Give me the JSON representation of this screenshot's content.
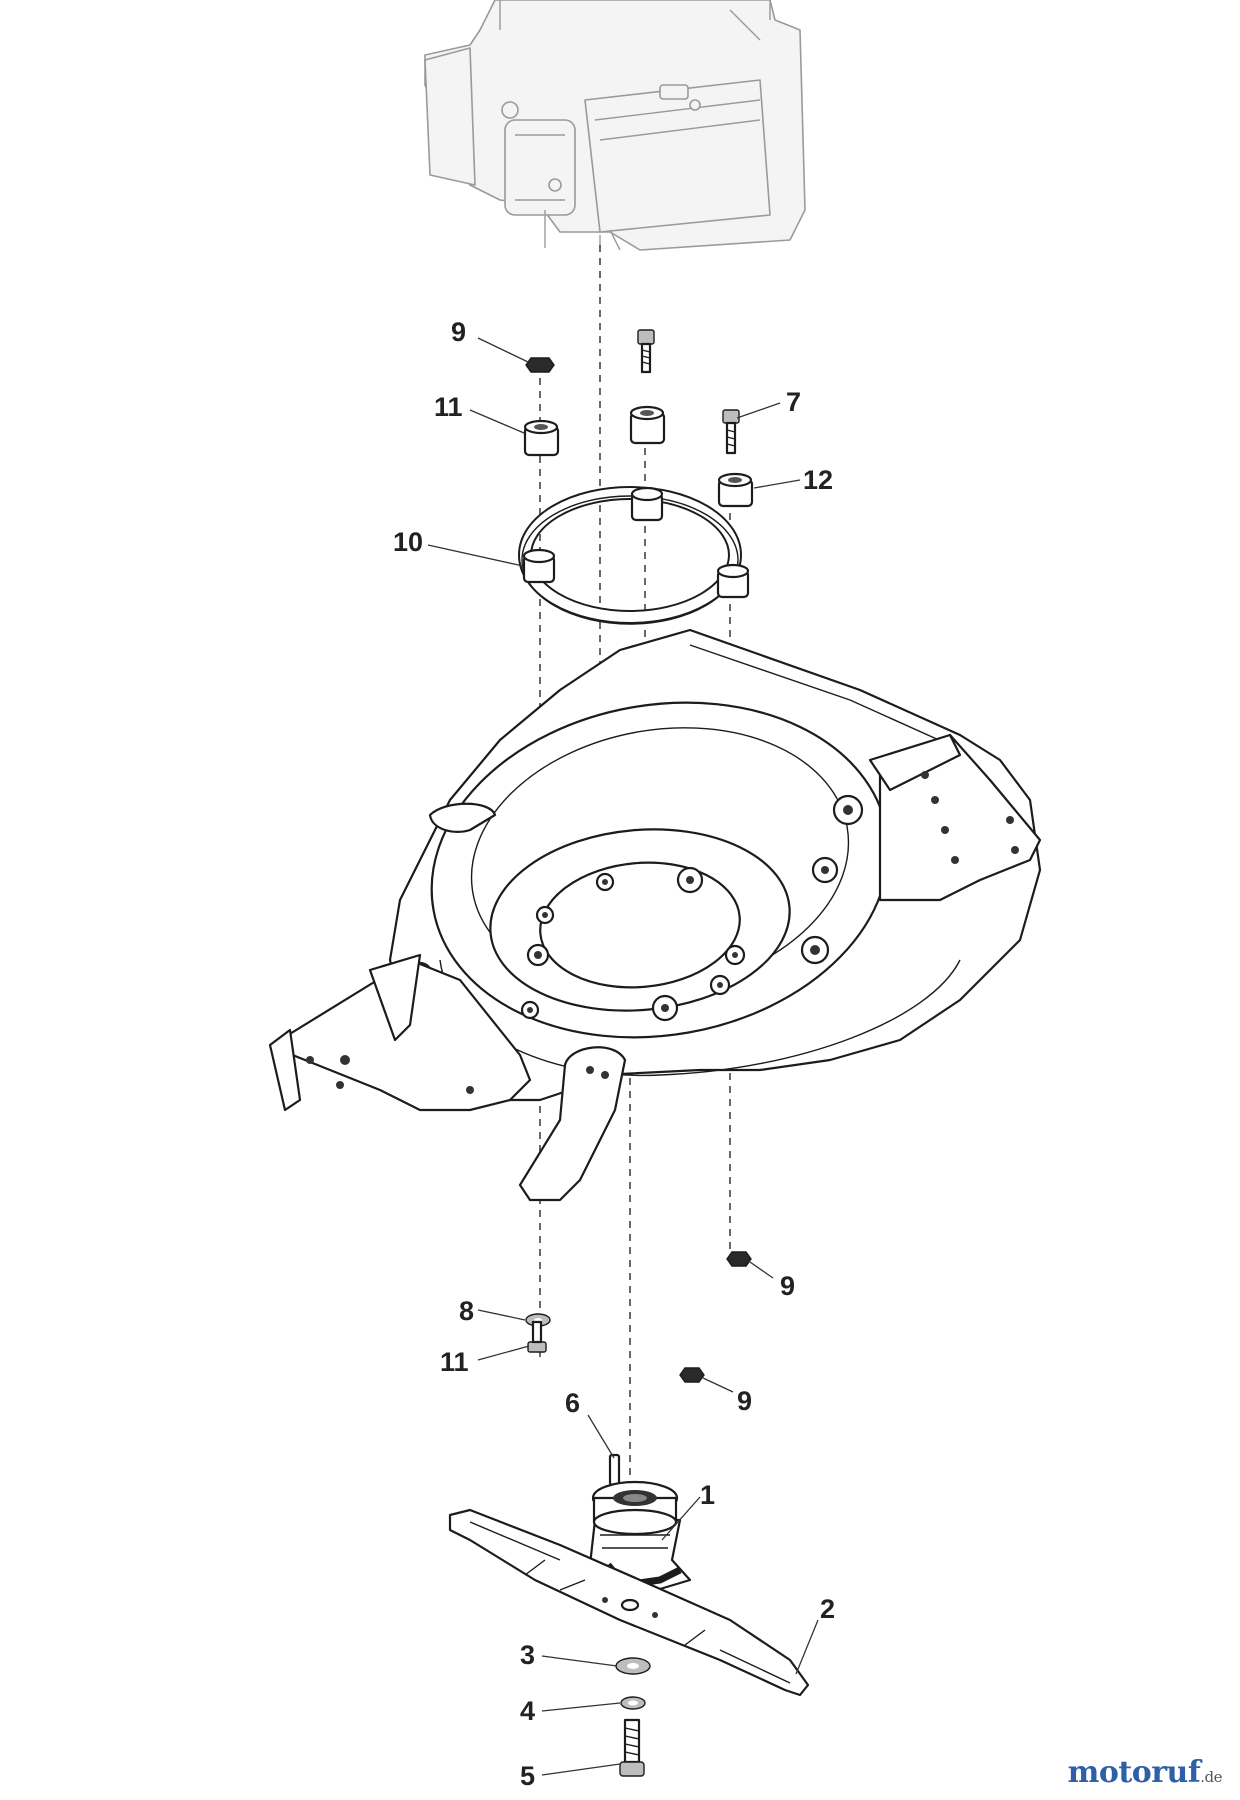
{
  "callouts": [
    {
      "id": "1",
      "label": "1"
    },
    {
      "id": "2",
      "label": "2"
    },
    {
      "id": "3",
      "label": "3"
    },
    {
      "id": "4",
      "label": "4"
    },
    {
      "id": "5",
      "label": "5"
    },
    {
      "id": "6",
      "label": "6"
    },
    {
      "id": "7",
      "label": "7"
    },
    {
      "id": "8",
      "label": "8"
    },
    {
      "id": "9a",
      "label": "9"
    },
    {
      "id": "9b",
      "label": "9"
    },
    {
      "id": "9c",
      "label": "9"
    },
    {
      "id": "10",
      "label": "10"
    },
    {
      "id": "11a",
      "label": "11"
    },
    {
      "id": "11b",
      "label": "11"
    },
    {
      "id": "12",
      "label": "12"
    }
  ],
  "watermark": {
    "name": "motoruf",
    "suffix": ".de"
  }
}
